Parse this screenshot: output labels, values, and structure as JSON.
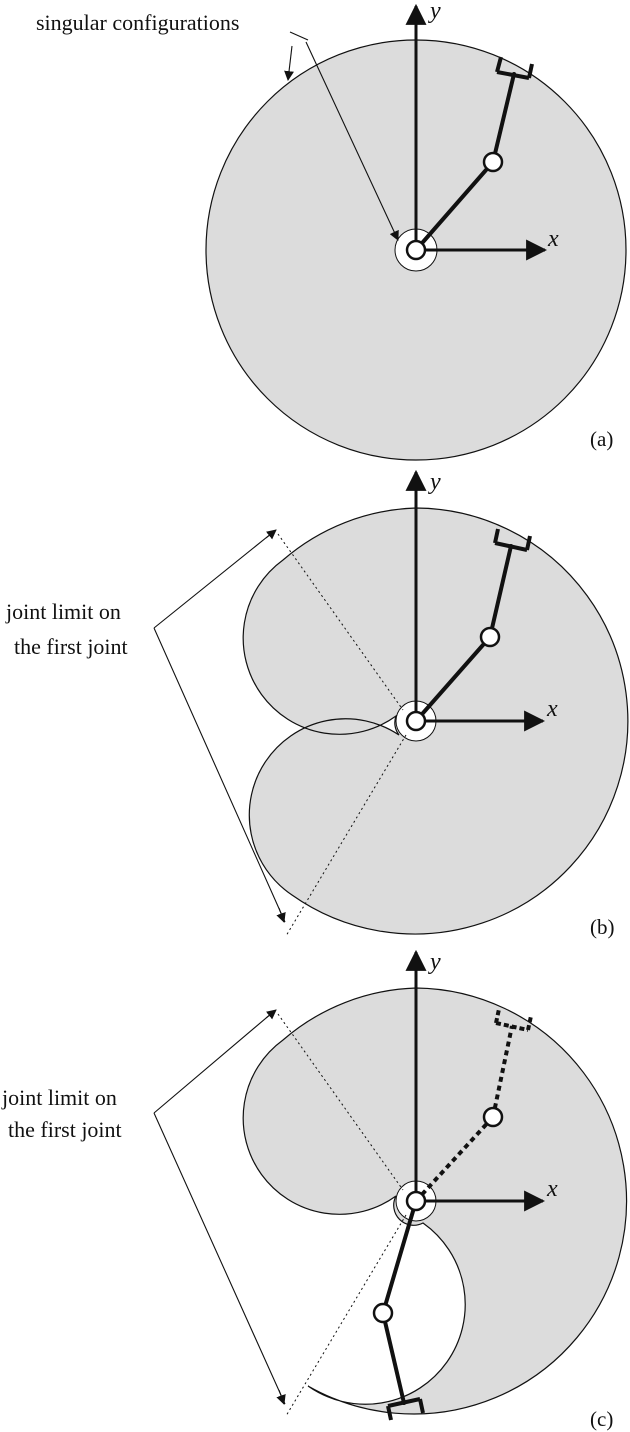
{
  "annotations": {
    "singular": "singular configurations",
    "joint_limit_b_line1": "joint limit on",
    "joint_limit_b_line2": "the first joint",
    "joint_limit_c_line1": "joint limit on",
    "joint_limit_c_line2": "the first joint"
  },
  "axes": {
    "x": "x",
    "y": "y"
  },
  "panels": {
    "a": "(a)",
    "b": "(b)",
    "c": "(c)"
  },
  "colors": {
    "workspace": "#dcdcdc",
    "ink": "#111111",
    "background": "#ffffff"
  }
}
